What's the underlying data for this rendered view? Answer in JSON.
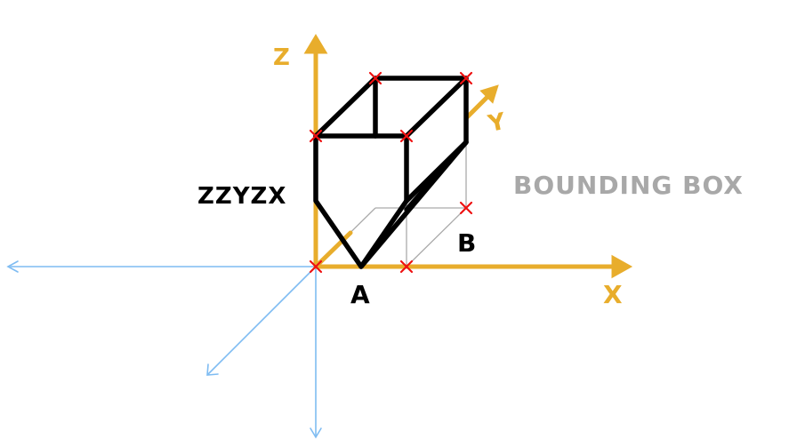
{
  "labels": {
    "axis_z": "Z",
    "axis_y": "Y",
    "axis_x": "X",
    "shape_name": "ZZYZX",
    "point_a": "A",
    "point_b": "B",
    "bounding_box": "BOUNDING BOX"
  },
  "colors": {
    "positive_axes": "#e8ad2c",
    "negative_axes": "#7fbcf2",
    "shape": "#000000",
    "bounding_box": "#aaaaaa",
    "vertex_marker": "#ee1111",
    "label_text": "#000000",
    "bounding_box_text": "#a8a8a8"
  }
}
